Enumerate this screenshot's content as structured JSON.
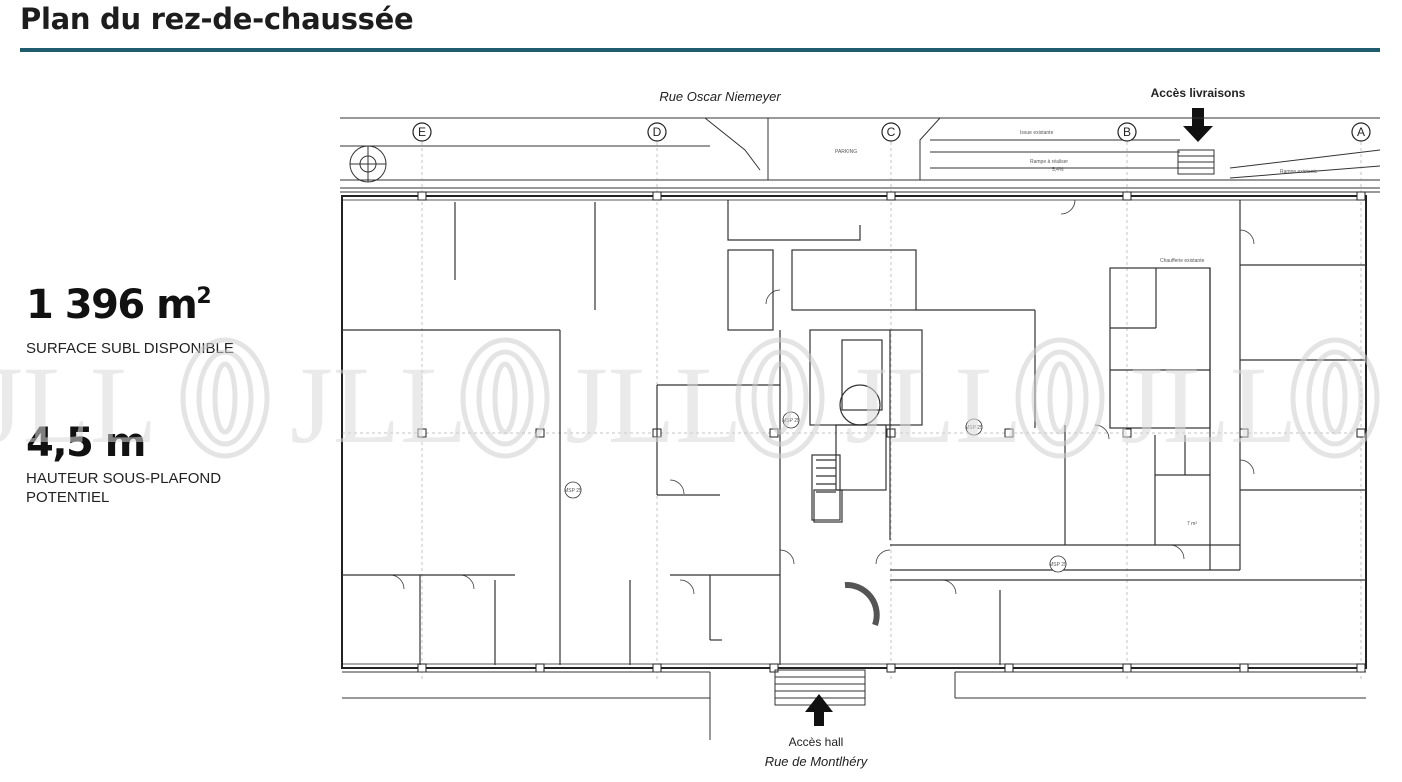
{
  "page": {
    "title": "Plan du rez-de-chaussée"
  },
  "stats": {
    "area": {
      "value": "1 396 m",
      "unit_sup": "2",
      "label": "SURFACE SUBL DISPONIBLE"
    },
    "height": {
      "value": "4,5 m",
      "label": "HAUTEUR SOUS-PLAFOND POTENTIEL"
    }
  },
  "plan": {
    "street_top": "Rue Oscar Niemeyer",
    "street_bottom": "Rue de Montlhéry",
    "access_delivery": "Accès livraisons",
    "access_hall": "Accès hall",
    "axis_labels": [
      "E",
      "D",
      "C",
      "B",
      "A"
    ],
    "small_labels": {
      "parking": "PARKING",
      "ramp": "Rampe à réaliser",
      "ramp_pct": "5,4%",
      "existing_exit": "Issue existante",
      "existing_ramp": "Rampe existante",
      "ctrl": "Chaufferie existante",
      "area_7": "7 m²",
      "shaft_1": "MSP 25",
      "shaft_2": "MSP 25",
      "shaft_3": "MSP 25",
      "shaft_4": "MSP 25"
    },
    "watermark": "JLL"
  },
  "colors": {
    "accent_rule": "#1f5d6e",
    "watermark": "#d9d9d9"
  }
}
